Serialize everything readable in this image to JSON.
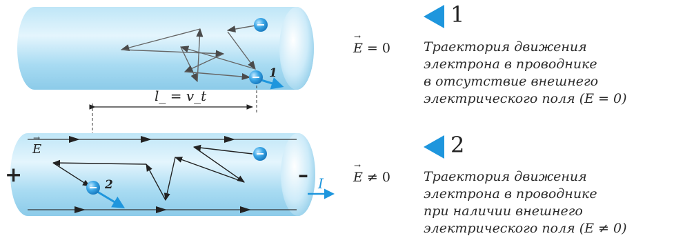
{
  "diagram": {
    "top_label": "l_ = v_t",
    "electron_sign": "–",
    "e_field_label": "E",
    "plus_sign": "+",
    "minus_sign": "–",
    "current_label": "I",
    "electron_label_1": "1",
    "electron_label_2": "2",
    "colors": {
      "tube": "#a9dcf3",
      "tube_light": "#dff3fc",
      "electron": "#2b9de0",
      "current_arrow": "#1e96dd",
      "trajectory": "#555555"
    }
  },
  "captions": [
    {
      "number": "1",
      "field": "E = 0",
      "lines": [
        "Траектория движения",
        "электрона в проводнике",
        "в отсутствие внешнего",
        "электрического поля (E = 0)"
      ]
    },
    {
      "number": "2",
      "field": "E ≠ 0",
      "lines": [
        "Траектория движения",
        "электрона в проводнике",
        "при наличии внешнего",
        "электрического поля (E ≠ 0)"
      ]
    }
  ]
}
